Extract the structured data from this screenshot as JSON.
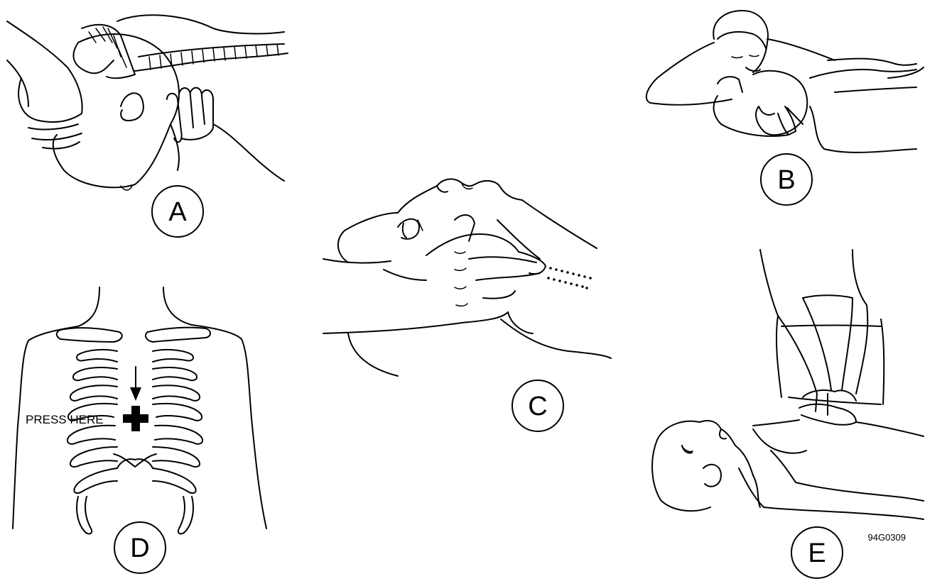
{
  "panels": [
    {
      "id": "A",
      "label": "A"
    },
    {
      "id": "B",
      "label": "B"
    },
    {
      "id": "C",
      "label": "C"
    },
    {
      "id": "D",
      "label": "D"
    },
    {
      "id": "E",
      "label": "E"
    }
  ],
  "press_label": "PRESS HERE",
  "figure_code": "94G0309",
  "icons": [
    "chest-compression-cross-icon",
    "down-arrow-icon",
    "dotted-airflow-icon"
  ],
  "colors": {
    "ink": "#000000",
    "background": "#ffffff"
  }
}
